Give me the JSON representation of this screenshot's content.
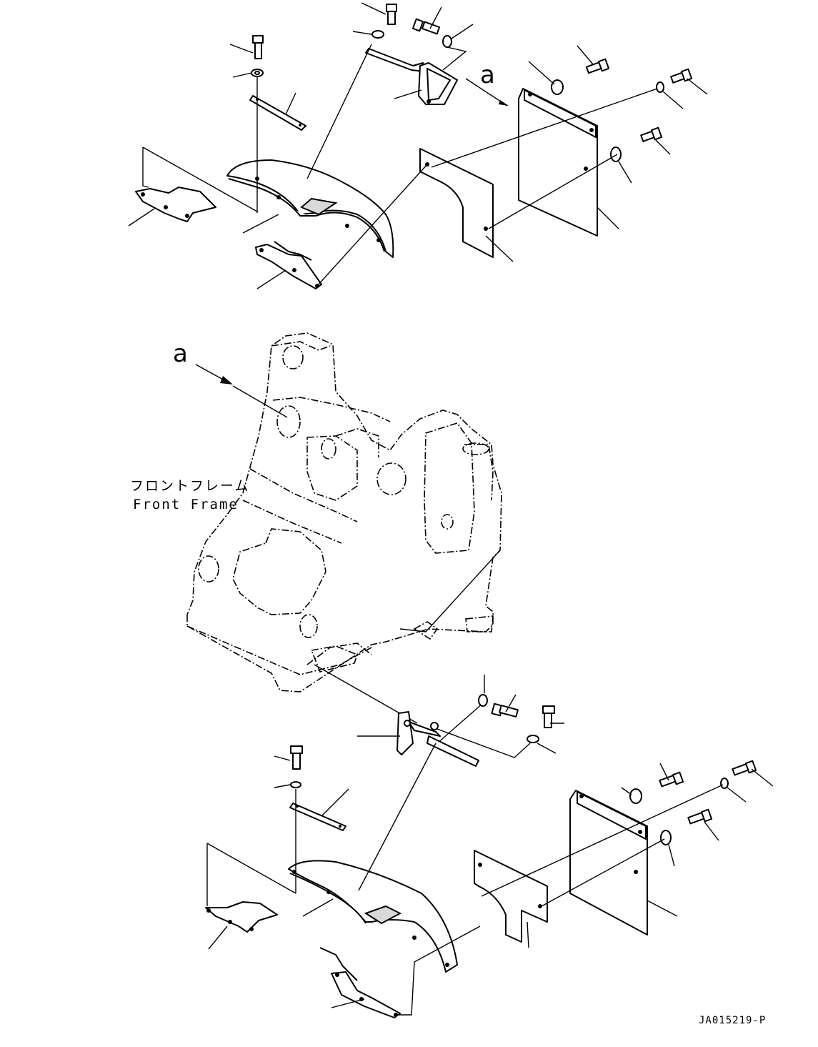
{
  "view_marker": {
    "letter": "a"
  },
  "frame_label": {
    "japanese": "フロントフレーム",
    "english": "Front Frame"
  },
  "reference_code": "JA015219-P"
}
